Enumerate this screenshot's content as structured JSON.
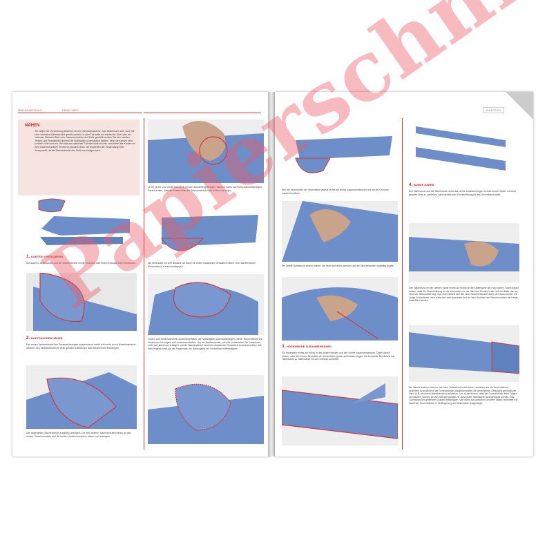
{
  "header": {
    "left_section": "NÄHANLEITUNG",
    "left_issue": "FRAU 2020",
    "right_tab": "ANLEITUNG"
  },
  "naehen_box": {
    "title": "NÄHEN",
    "text": "Wir zeigen die Verarbeitung teilweise mit der Overlockmaschine. Das Modell kann aber auch mit einer normalen Nähmaschine genäht werden. In dem Fall sollte ein elastischer Stich oder ein schmaler Zickzack-Stich zum Zusammennähen der Stoffe gewählt werden. Bei den meisten Jerseys und Sweatstoffen können die Stoffkanten unversäubert bleiben, denn sie fransen nicht, sondern rollen sich ein. Wer das aus optischen Gründen nicht möchte, versäubert alle Kanten vor dem Zusammennähen mit einem Zickzack-Stich. Wir empfehlen die Verwendung einer Jerseynadel, da die Standardnadel den Stoff beschädigen kann."
  },
  "steps": [
    {
      "num": "1.",
      "title": "KANTEN VERSÄUBERN",
      "text": "Die äußeren Seitenkanten und die Taschenbeutel mit der Overlock oder einem Zickzack-Stich versäubern."
    },
    {
      "num": "2.",
      "title": "NAHTTASCHEN NÄHEN",
      "text": "Den ersten Taschenbeutel den Passmarkierungen entsprechend rechts auf rechts an ein Hinterhosenbein stecken. Den Taschenbeutel mit einer geraden elastischen Naht füßchenbreit feststeppen."
    },
    {
      "num": "3.",
      "title": "HOSENBEINE ZUSAMMENNÄHEN",
      "text": "Ein Hosenbein rechts auf rechts in das andere stecken und den Schritt zusammenstecken. Dabei darauf achten, dass die inneren Beinnähte der Hosenbeine genau aufeinander liegen. Die komplette Schrittnaht von Taillenkante zu Taillenkante mit der Overlock schließen."
    },
    {
      "num": "4.",
      "title": "BUNDE NÄHEN",
      "text": "Den Taillenbund und die Saumbunde rechts auf rechts zusammenlegen und die kurzen Seiten mit einer geraden Naht zu schließen, dabei jeweils eine Einziehöffnung für das Gummiband bleibt."
    }
  ],
  "captions": {
    "l1": "Den angenähten Taschenbeutel sorgfältig umbügeln. Die drei anderen Taschenbeutel ebenso an das andere Hinterhosenbein und die beiden Vorderhosenbeine nähen und umbügeln.",
    "l2": "Je ein Hinter- und Vorderhosenbein mit den ausnamengefertigten Taschen rechts auf rechts aufeinanderlegen. Darauf achten, dass die Ansatznähte der Taschenbeutel exakt aufeinanderliegen.",
    "l3": "Die Seitennaht mit 1cm Abstand zur Kante mit einem elastischen Geradstich nähen. Den Taschenbeutel (Passmarken) zusammensteppen.",
    "l4": "Vorder- und Hinterhosenbein auseinanderfalten, die Nahtzugabe auseinanderbügeln. Beide Taschenbeutel zur Vorderhose hin bügeln und zusammenstecken. Nur die Taschenbeutel, nicht die Vorderhose! Die Vorderhose unter die Hinterhose schlagen und die Taschenbeutel mit einem elastischen Geradstich zusammennähen. Die Naht beginnt exakt auf der Ansatznaht, die Nahtzugabe der Vorderhose mitfestsleppen.",
    "r1": "Nun die Innenkanten der Hosenbeine jeweils rechts auf rechts zusammenstecken und mit der Overlock zusammennähen.",
    "r2": "Die zweite Nahttasche ebenso nähen. Die Hose auf rechts wenden und die Taschenkanten sorgfältig bügeln.",
    "r3": "Den Taillenbund mit der offenen Kante rechts auf rechts an die Taillenkante der Hose nähen. Dabei darauf achten, dass die Einziehöffnung an der Innenseite und die Naht des Bundes in der hinteren Mitte oder an einer der Seitennähte liegt. Das Gummiband mit Hilfe einer Sicherheitsnadel durch den Bund ziehen, die Länge kontrollieren. Jetzt sollte die Hose anprobiert und vor dem Annähen der Saumbündchen die Länge kontrolliert werden.",
    "r4": "Die Saumbündchen ebenso, wie beim Taillenbund beschrieben, annähen und die Gummibänder einziehen. Anschließend die Gummibänden zusammennähen die verbliebenen Öffnungen am Bund per Hand (z.B. mit einem Matratzenstich) schließen. Um zu verhindern, dass die Gummibänder beim Tragen verrutschen, können sie zum Beispiel parallel zur Bund-Naht. Saumkante durchgesteppt werden. Das Gummiband im gedehnten Zustand festsleppen. Wir haben aus optischen Gründen darauf verzichtet und haben die Gummibänder in Verlängerung der Seitennähte festgesteppt."
  },
  "watermark": "Papierschnitt",
  "colors": {
    "accent": "#d33333",
    "fabric": "#6d8ec8",
    "box_bg": "#f7e3e0",
    "stitch": "#d23a3a"
  }
}
